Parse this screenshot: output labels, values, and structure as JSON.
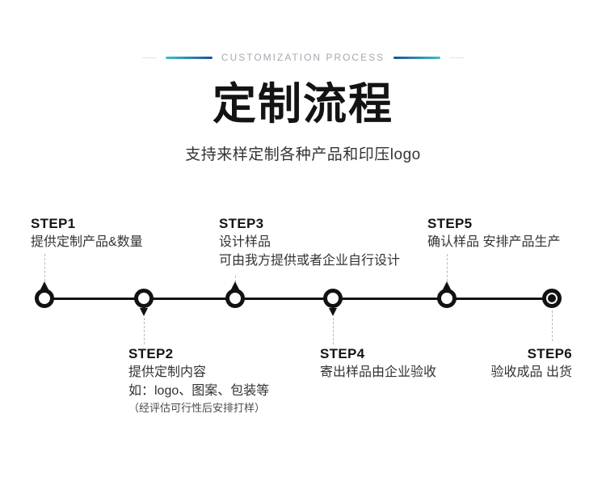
{
  "theme": {
    "accent_teal": "#3fc3bd",
    "accent_blue": "#1d4fa1",
    "ink": "#121212"
  },
  "header": {
    "eyebrow": "CUSTOMIZATION PROCESS",
    "title": "定制流程",
    "subtitle": "支持来样定制各种产品和印压logo"
  },
  "steps": [
    {
      "label": "STEP1",
      "lines": [
        "提供定制产品&数量"
      ],
      "position": "above"
    },
    {
      "label": "STEP2",
      "lines": [
        "提供定制内容",
        "如：logo、图案、包装等"
      ],
      "note": "（经评估可行性后安排打样）",
      "position": "below"
    },
    {
      "label": "STEP3",
      "lines": [
        "设计样品",
        "可由我方提供或者企业自行设计"
      ],
      "position": "above"
    },
    {
      "label": "STEP4",
      "lines": [
        "寄出样品由企业验收"
      ],
      "position": "below"
    },
    {
      "label": "STEP5",
      "lines": [
        "确认样品 安排产品生产"
      ],
      "position": "above"
    },
    {
      "label": "STEP6",
      "lines": [
        "验收成品 出货"
      ],
      "position": "below"
    }
  ]
}
